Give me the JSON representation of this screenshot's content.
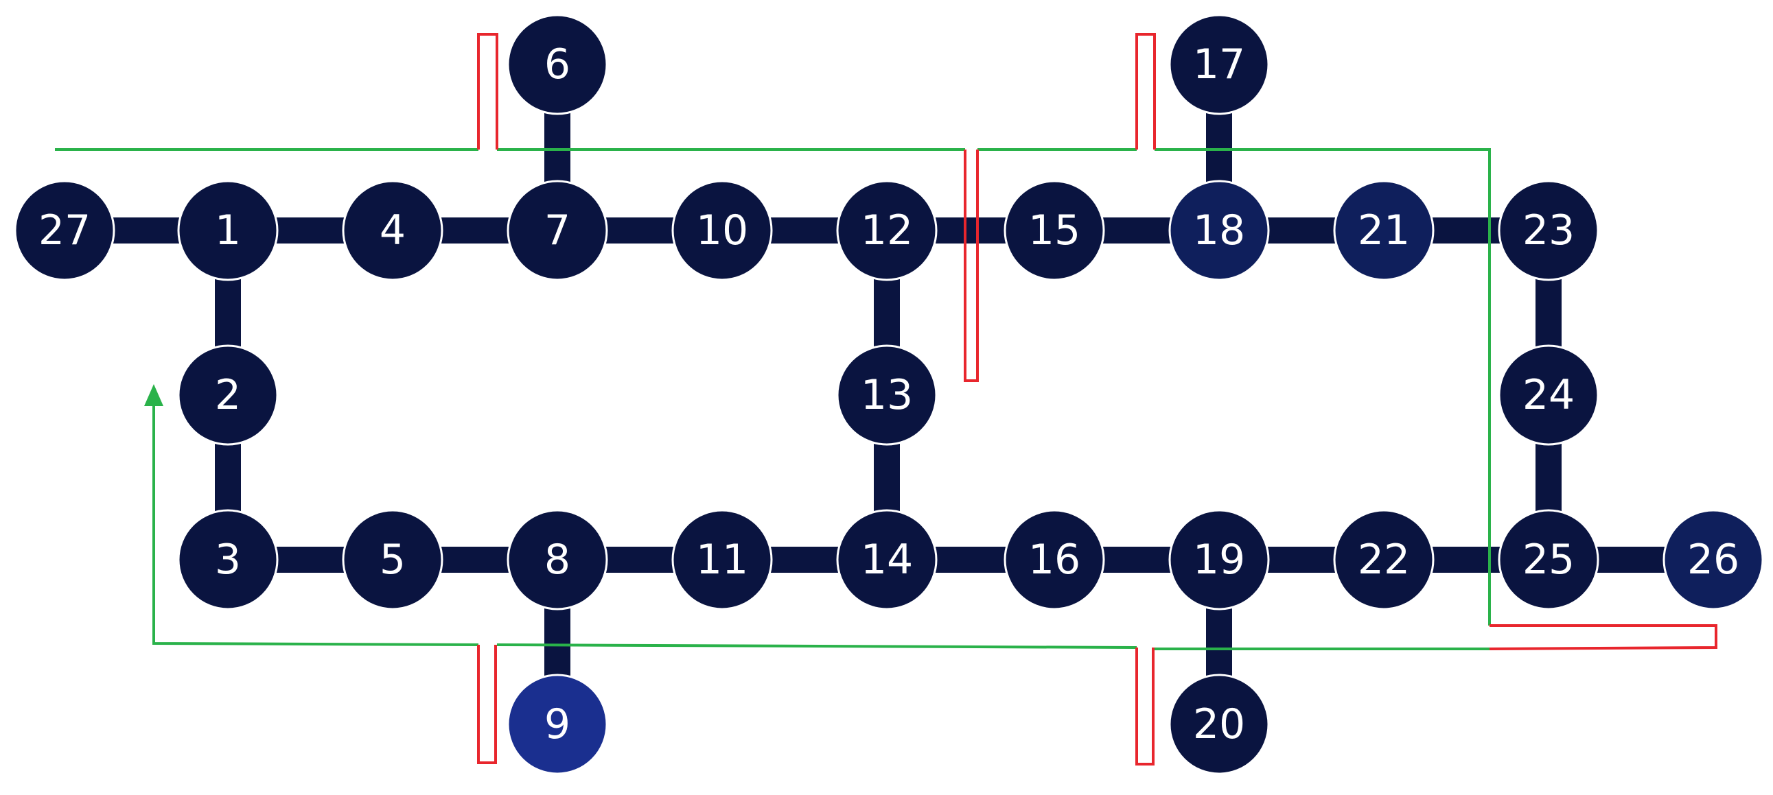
{
  "colors": {
    "background": "#ffffff",
    "node_default": "#0a1440",
    "node_medium": "#0f1f5c",
    "node_bright": "#1a2f8f",
    "edge": "#0a1440",
    "node_text": "#ffffff",
    "green_path": "#2ab24a",
    "red_path": "#e8262d"
  },
  "nodes": [
    {
      "label": "27",
      "tone": "default"
    },
    {
      "label": "1",
      "tone": "default"
    },
    {
      "label": "4",
      "tone": "default"
    },
    {
      "label": "7",
      "tone": "default"
    },
    {
      "label": "10",
      "tone": "default"
    },
    {
      "label": "12",
      "tone": "default"
    },
    {
      "label": "15",
      "tone": "default"
    },
    {
      "label": "18",
      "tone": "medium"
    },
    {
      "label": "21",
      "tone": "medium"
    },
    {
      "label": "23",
      "tone": "default"
    },
    {
      "label": "6",
      "tone": "default"
    },
    {
      "label": "17",
      "tone": "default"
    },
    {
      "label": "2",
      "tone": "default"
    },
    {
      "label": "13",
      "tone": "default"
    },
    {
      "label": "24",
      "tone": "default"
    },
    {
      "label": "3",
      "tone": "default"
    },
    {
      "label": "5",
      "tone": "default"
    },
    {
      "label": "8",
      "tone": "default"
    },
    {
      "label": "11",
      "tone": "default"
    },
    {
      "label": "14",
      "tone": "default"
    },
    {
      "label": "16",
      "tone": "default"
    },
    {
      "label": "19",
      "tone": "default"
    },
    {
      "label": "22",
      "tone": "default"
    },
    {
      "label": "25",
      "tone": "default"
    },
    {
      "label": "26",
      "tone": "medium"
    },
    {
      "label": "9",
      "tone": "bright"
    },
    {
      "label": "20",
      "tone": "default"
    }
  ],
  "edges": [
    [
      "27",
      "1"
    ],
    [
      "1",
      "4"
    ],
    [
      "4",
      "7"
    ],
    [
      "7",
      "10"
    ],
    [
      "10",
      "12"
    ],
    [
      "12",
      "15"
    ],
    [
      "15",
      "18"
    ],
    [
      "18",
      "21"
    ],
    [
      "21",
      "23"
    ],
    [
      "6",
      "7"
    ],
    [
      "17",
      "18"
    ],
    [
      "1",
      "2"
    ],
    [
      "2",
      "3"
    ],
    [
      "12",
      "13"
    ],
    [
      "13",
      "14"
    ],
    [
      "23",
      "24"
    ],
    [
      "24",
      "25"
    ],
    [
      "3",
      "5"
    ],
    [
      "5",
      "8"
    ],
    [
      "8",
      "11"
    ],
    [
      "11",
      "14"
    ],
    [
      "14",
      "16"
    ],
    [
      "16",
      "19"
    ],
    [
      "19",
      "22"
    ],
    [
      "22",
      "25"
    ],
    [
      "25",
      "26"
    ],
    [
      "8",
      "9"
    ],
    [
      "19",
      "20"
    ]
  ]
}
